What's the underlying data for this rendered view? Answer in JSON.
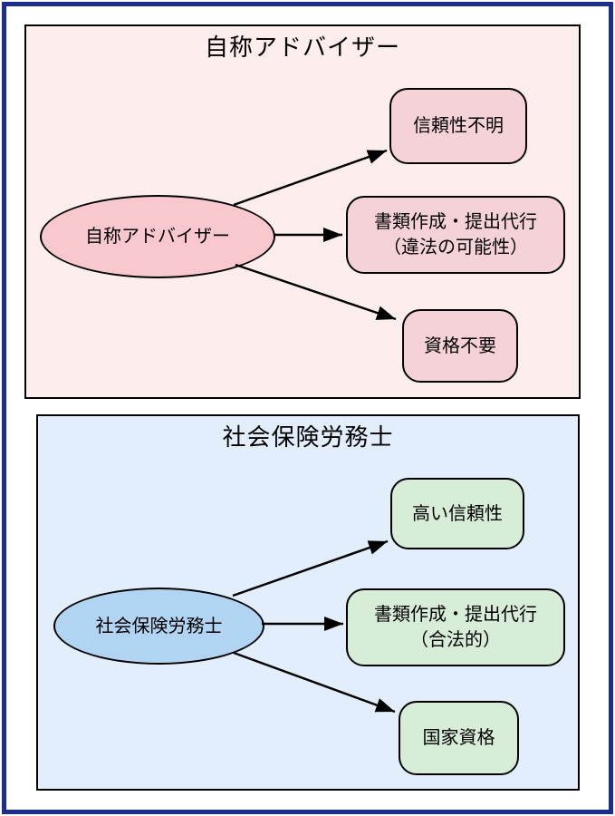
{
  "colors": {
    "frame_border": "#1c2e8d",
    "panel_border": "#000000",
    "arrow": "#000000",
    "top_panel_bg": "#fdedec",
    "top_ellipse_fill": "#f9c7ce",
    "top_node_fill": "#f4d2d8",
    "bottom_panel_bg": "#e2eefb",
    "bottom_ellipse_fill": "#b1d4f3",
    "bottom_node_fill": "#d8edd8"
  },
  "top_panel": {
    "title": "自称アドバイザー",
    "ellipse_label": "自称アドバイザー",
    "nodes": [
      {
        "label": "信頼性不明"
      },
      {
        "label_line1": "書類作成・提出代行",
        "label_line2": "（違法の可能性）"
      },
      {
        "label": "資格不要"
      }
    ]
  },
  "bottom_panel": {
    "title": "社会保険労務士",
    "ellipse_label": "社会保険労務士",
    "nodes": [
      {
        "label": "高い信頼性"
      },
      {
        "label_line1": "書類作成・提出代行",
        "label_line2": "（合法的）"
      },
      {
        "label": "国家資格"
      }
    ]
  }
}
